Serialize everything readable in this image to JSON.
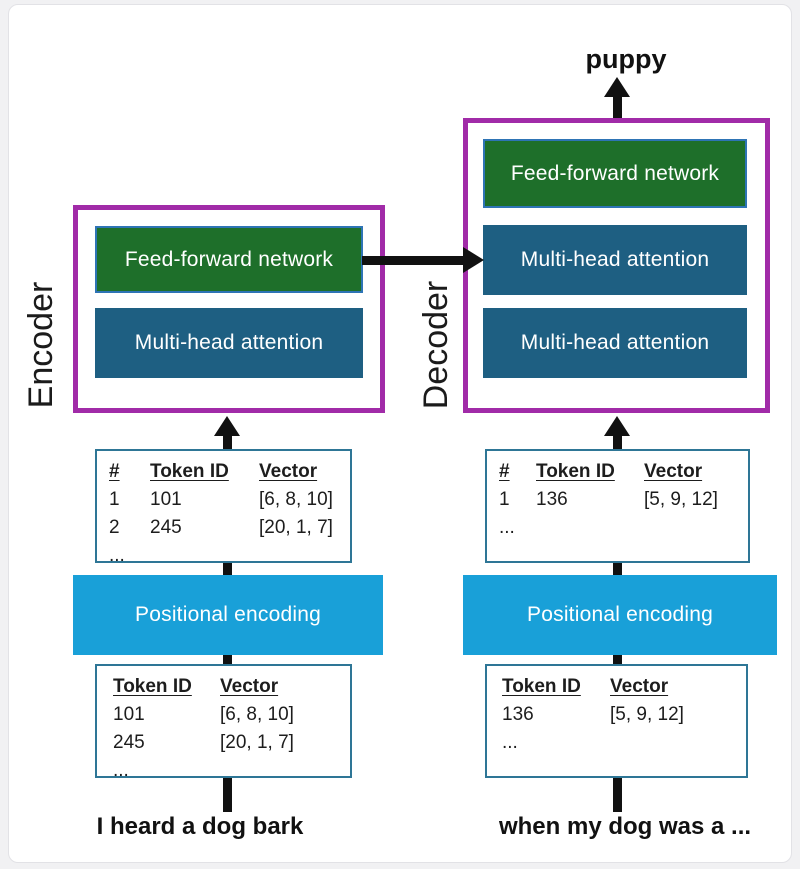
{
  "colors": {
    "purple": "#A12BA8",
    "green": "#1E6F2A",
    "green-border": "#2E74B5",
    "dark-blue": "#1E5F82",
    "cyan": "#19A0D8",
    "table-border": "#2E7696",
    "arrow": "#111111",
    "page-bg": "#F1F1F3"
  },
  "encoder": {
    "label": "Encoder",
    "ffn_label": "Feed-forward network",
    "mha_label": "Multi-head attention",
    "positional_label": "Positional encoding",
    "input_sentence": "I heard a dog bark",
    "encoded_table": {
      "headers": [
        "#",
        "Token ID",
        "Vector"
      ],
      "rows": [
        [
          "1",
          "101",
          "[6, 8, 10]"
        ],
        [
          "2",
          "245",
          "[20, 1, 7]"
        ],
        [
          "...",
          "",
          ""
        ]
      ]
    },
    "token_table": {
      "headers": [
        "Token ID",
        "Vector"
      ],
      "rows": [
        [
          "101",
          "[6, 8, 10]"
        ],
        [
          "245",
          "[20, 1, 7]"
        ],
        [
          "...",
          ""
        ]
      ]
    }
  },
  "decoder": {
    "label": "Decoder",
    "output_word": "puppy",
    "ffn_label": "Feed-forward network",
    "mha1_label": "Multi-head attention",
    "mha2_label": "Multi-head attention",
    "positional_label": "Positional encoding",
    "input_sentence": "when my dog was a ...",
    "encoded_table": {
      "headers": [
        "#",
        "Token ID",
        "Vector"
      ],
      "rows": [
        [
          "1",
          "136",
          "[5, 9, 12]"
        ],
        [
          "...",
          "",
          ""
        ]
      ]
    },
    "token_table": {
      "headers": [
        "Token ID",
        "Vector"
      ],
      "rows": [
        [
          "136",
          "[5, 9, 12]"
        ],
        [
          "...",
          ""
        ]
      ]
    }
  }
}
